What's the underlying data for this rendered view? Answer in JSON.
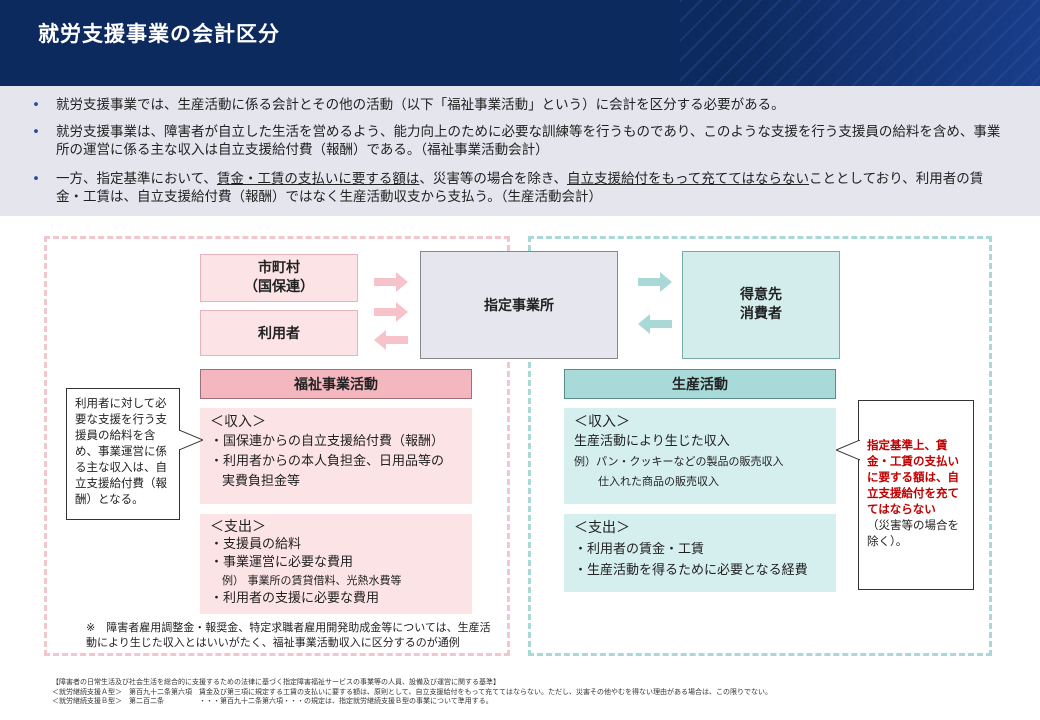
{
  "header": {
    "title": "就労支援事業の会計区分"
  },
  "summary": {
    "b1": "就労支援事業では、生産活動に係る会計とその他の活動（以下「福祉事業活動」という）に会計を区分する必要がある。",
    "b2": "就労支援事業は、障害者が自立した生活を営めるよう、能力向上のために必要な訓練等を行うものであり、このような支援を行う支援員の給料を含め、事業所の運営に係る主な収入は自立支援給付費（報酬）である。（福祉事業活動会計）",
    "b3_a": "一方、指定基準において、",
    "b3_u1": "賃金・工賃の支払いに要する額は",
    "b3_b": "、災害等の場合を除き、",
    "b3_u2": "自立支援給付をもって充ててはならない",
    "b3_c": "こととしており、利用者の賃金・工賃は、自立支援給付費（報酬）ではなく生産活動収支から支払う。（生産活動会計）"
  },
  "diagram": {
    "municipality_1": "市町村",
    "municipality_2": "（国保連）",
    "user": "利用者",
    "office": "指定事業所",
    "customer_1": "得意先",
    "customer_2": "消費者",
    "welfare_head": "福祉事業活動",
    "production_head": "生産活動",
    "welfare_income": {
      "title": "＜収入＞",
      "l1": "・国保連からの自立支援給付費（報酬）",
      "l2": "・利用者からの本人負担金、日用品等の",
      "l3": "実費負担金等"
    },
    "welfare_expense": {
      "title": "＜支出＞",
      "l1": "・支援員の給料",
      "l2": "・事業運営に必要な費用",
      "l3": "例） 事業所の賃貸借料、光熱水費等",
      "l4": "・利用者の支援に必要な費用"
    },
    "production_income": {
      "title": "＜収入＞",
      "l1": "生産活動により生じた収入",
      "l2": "例）パン・クッキーなどの製品の販売収入",
      "l3": "仕入れた商品の販売収入"
    },
    "production_expense": {
      "title": "＜支出＞",
      "l1": "・利用者の賃金・工賃",
      "l2": "・生産活動を得るために必要となる経費"
    },
    "left_callout": "利用者に対して必要な支援を行う支援員の給料を含め、事業運営に係る主な収入は、自立支援給付費（報酬）となる。",
    "right_callout_red": "指定基準上、賃金・工賃の支払いに要する額は、自立支援給付を充ててはならない",
    "right_callout_black": "（災害等の場合を除く）。",
    "note": "※　障害者雇用調整金・報奨金、特定求職者雇用開発助成金等については、生産活動により生じた収入とはいいがたく、福祉事業活動収入に区分するのが通例"
  },
  "footer": {
    "l1": "【障害者の日常生活及び社会生活を総合的に支援するための法律に基づく指定障害福祉サービスの事業等の人員、設備及び運営に関する基準】",
    "l2": "＜就労継続支援Ａ型＞　第百九十二条第六項　賃金及び第三項に規定する工賃の支払いに要する額は、原則として、自立支援給付をもって充ててはならない。ただし、災害その他やむを得ない理由がある場合は、この限りでない。",
    "l3": "＜就労継続支援Ｂ型＞　第二百二条　　　　　・・・第百九十二条第六項・・・の規定は、指定就労継続支援Ｂ型の事業について準用する。"
  },
  "colors": {
    "header": "#0d2a5e",
    "pink": "#fce3e6",
    "teal": "#d3ecec",
    "red": "#c00000"
  }
}
